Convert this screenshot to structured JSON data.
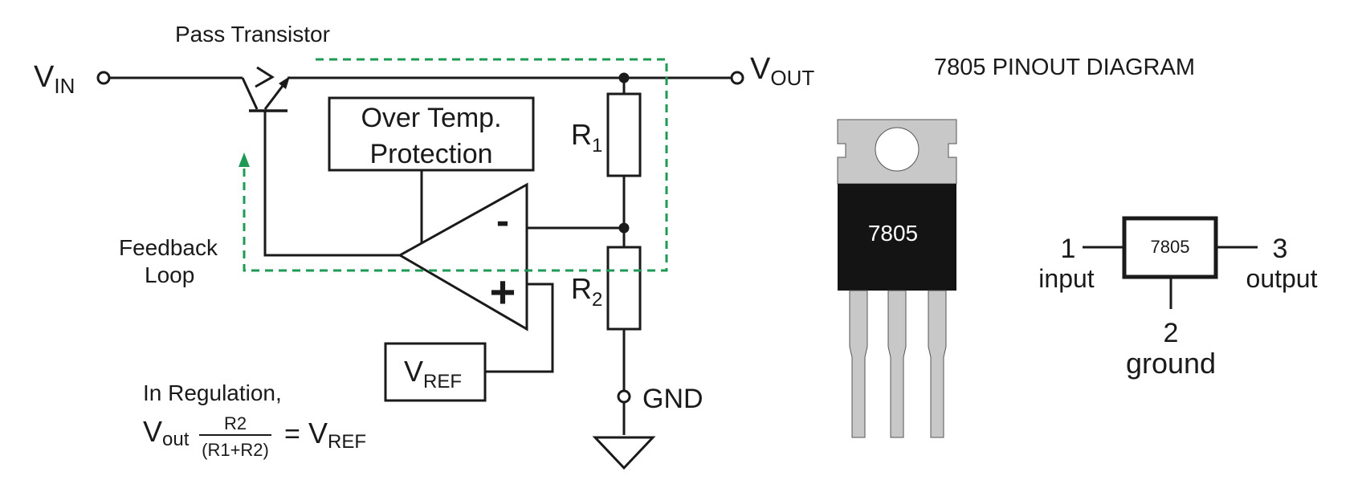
{
  "colors": {
    "line": "#1a1a1a",
    "feedback": "#1f9a55",
    "package_tab": "#c8c8c8",
    "package_body": "#141414",
    "package_leads": "#c8c8c8",
    "package_text": "#ffffff"
  },
  "circuit": {
    "pass_transistor_label": "Pass Transistor",
    "vin": {
      "main": "V",
      "sub": "IN"
    },
    "vout": {
      "main": "V",
      "sub": "OUT"
    },
    "protection_line1": "Over Temp.",
    "protection_line2": "Protection",
    "r1": {
      "main": "R",
      "sub": "1"
    },
    "r2": {
      "main": "R",
      "sub": "2"
    },
    "vref": {
      "main": "V",
      "sub": "REF"
    },
    "gnd_label": "GND",
    "opamp_minus": "-",
    "opamp_plus": "+",
    "feedback_line1": "Feedback",
    "feedback_line2": "Loop",
    "regulation_title": "In Regulation,",
    "equation": {
      "vout_main": "V",
      "vout_sub": "out",
      "numerator": "R2",
      "denominator": "(R1+R2)",
      "equals": "=",
      "vref_main": "V",
      "vref_sub": "REF"
    }
  },
  "pinout": {
    "title": "7805 PINOUT DIAGRAM",
    "package_label": "7805",
    "symbol_label": "7805",
    "pins": [
      {
        "number": "1",
        "name": "input"
      },
      {
        "number": "2",
        "name": "ground"
      },
      {
        "number": "3",
        "name": "output"
      }
    ]
  }
}
